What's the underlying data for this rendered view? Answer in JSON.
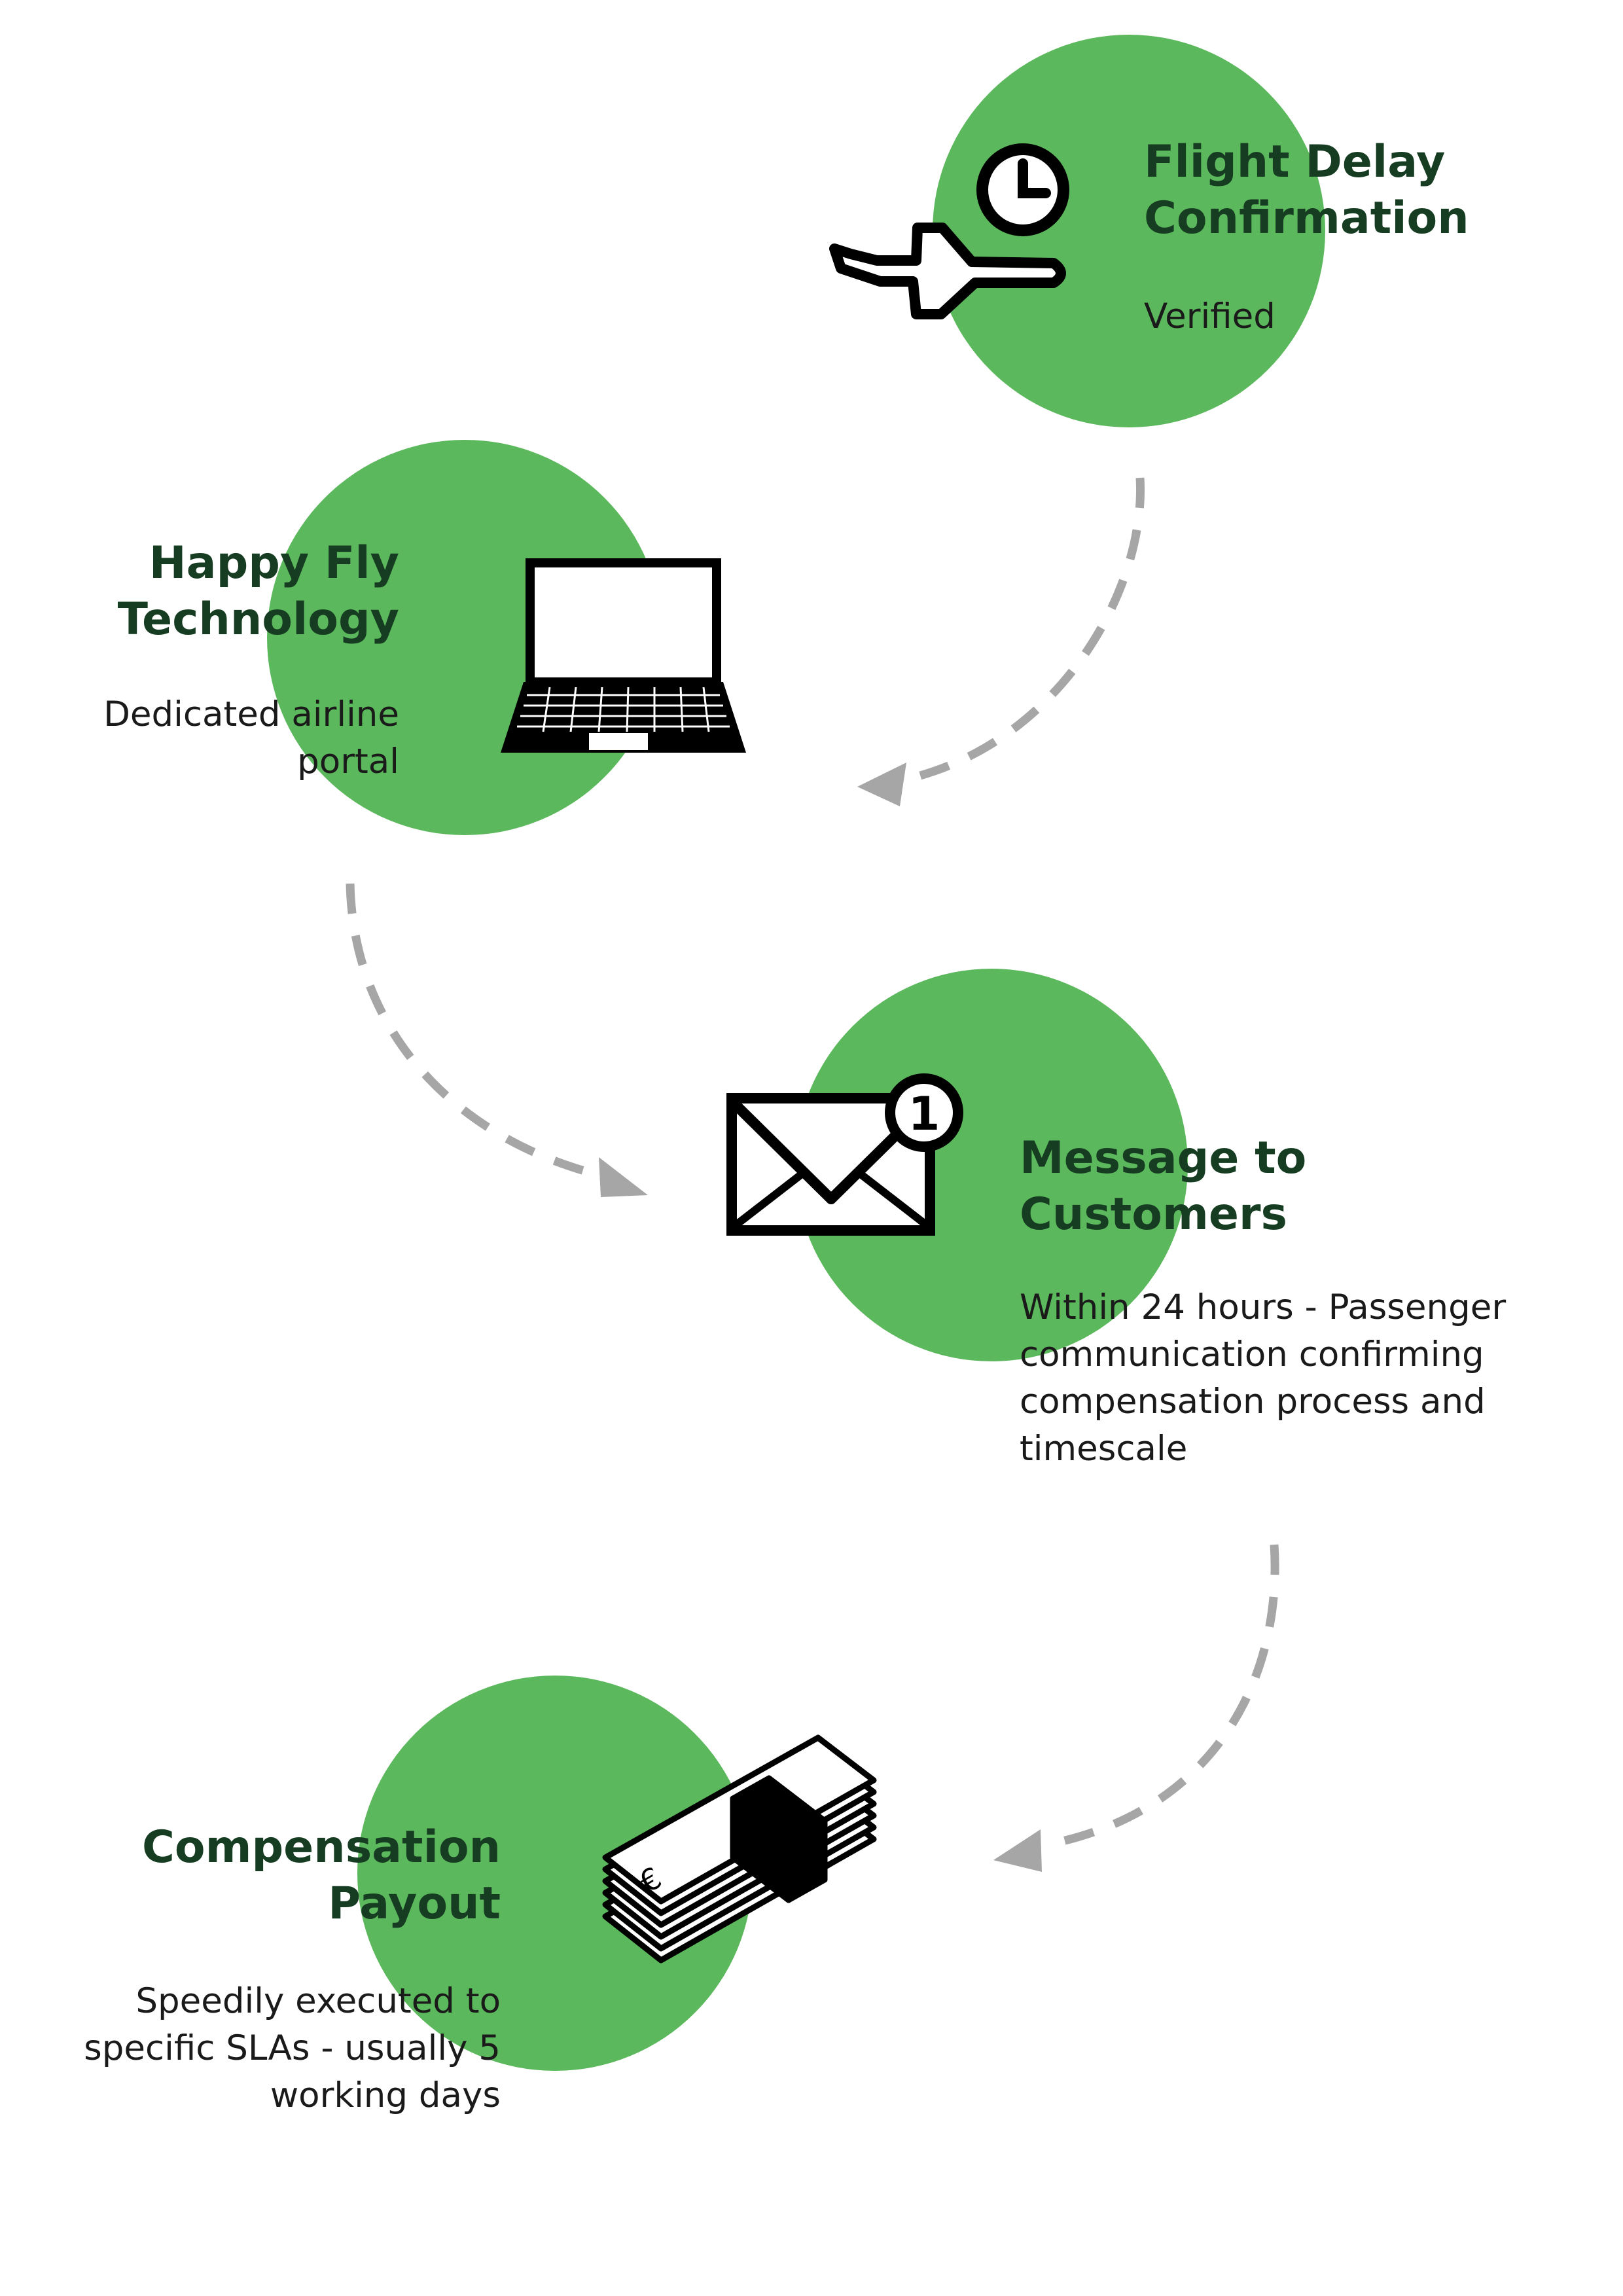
{
  "steps": [
    {
      "title_line1": "Flight Delay",
      "title_line2": "Confirmation",
      "description": "Verified",
      "icon": "airplane-clock-icon"
    },
    {
      "title_line1": "Happy Fly",
      "title_line2": "Technology",
      "description_line1": "Dedicated airline",
      "description_line2": "portal",
      "icon": "laptop-icon"
    },
    {
      "title_line1": "Message to",
      "title_line2": "Customers",
      "description_lines": [
        "Within 24 hours - Passenger",
        "communication confirming",
        "compensation process and",
        "timescale"
      ],
      "icon": "envelope-notification-icon",
      "badge": "1"
    },
    {
      "title_line1": "Compensation",
      "title_line2": "Payout",
      "description_lines": [
        "Speedily executed to",
        "specific SLAs - usually 5",
        "working days"
      ],
      "icon": "banknote-stack-icon",
      "currency_symbol": "€"
    }
  ],
  "colors": {
    "circle": "#5cb85c",
    "title": "#163d22",
    "text": "#1a1a1a",
    "arrow": "#a6a6a6",
    "icon": "#000000"
  }
}
